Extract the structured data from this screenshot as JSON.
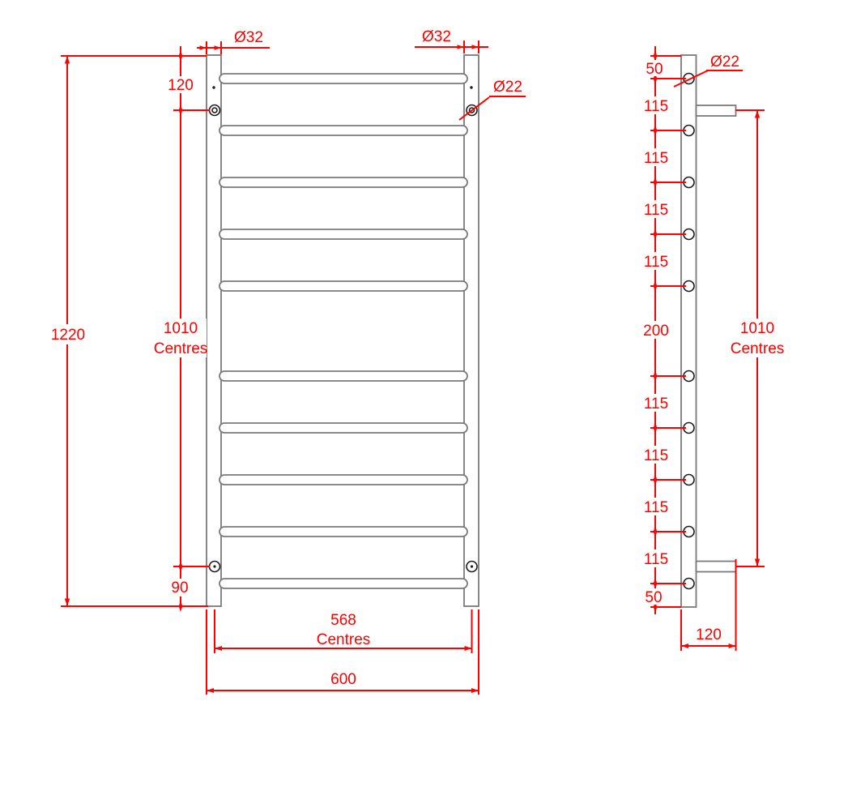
{
  "front_view": {
    "post_diameter_left": "Ø32",
    "post_diameter_right": "Ø32",
    "bar_diameter": "Ø22",
    "top_offset": "120",
    "total_height": "1220",
    "mount_centres_value": "1010",
    "mount_centres_word": "Centres",
    "bottom_offset": "90",
    "width_centres_value": "568",
    "width_centres_word": "Centres",
    "total_width": "600"
  },
  "side_view": {
    "bar_diameter": "Ø22",
    "spacings": [
      "50",
      "115",
      "115",
      "115",
      "115",
      "200",
      "115",
      "115",
      "115",
      "115",
      "50"
    ],
    "mount_centres_value": "1010",
    "mount_centres_word": "Centres",
    "bracket_depth": "120"
  },
  "colors": {
    "dimension_red": "#ff0000",
    "outline_grey": "#7a7a7a",
    "detail_black": "#1c1c1c"
  }
}
